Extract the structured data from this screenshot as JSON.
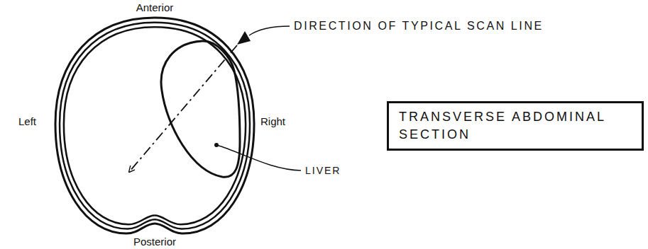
{
  "diagram": {
    "nodes": [
      {
        "text": [
          "TRANSVERSE ABDOMINAL SECTION"
        ]
      }
    ],
    "labels": [
      "Anterior",
      "Left",
      "Right",
      "Posterior",
      "DIRECTION OF TYPICAL SCAN LINE",
      "LIVER"
    ]
  }
}
